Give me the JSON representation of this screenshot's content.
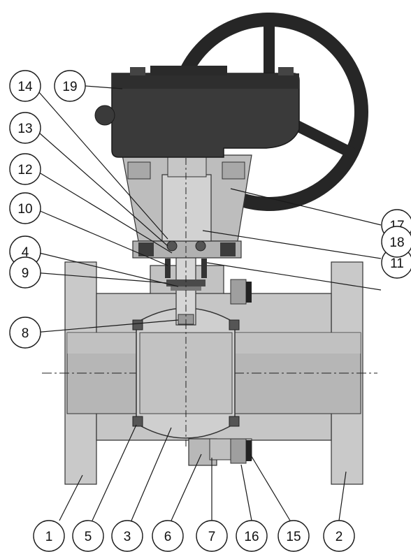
{
  "diagram": {
    "colors": {
      "body": "#c9c9c9",
      "body_dark": "#a9a9a9",
      "bore": "#b4b4b4",
      "gearbox": "#3a3a3a",
      "handwheel": "#262626",
      "bracket": "#bdbdbd",
      "stem": "#d6d6d6",
      "outline": "#333333"
    },
    "callouts": [
      {
        "label": "1"
      },
      {
        "label": "2"
      },
      {
        "label": "3"
      },
      {
        "label": "4"
      },
      {
        "label": "5"
      },
      {
        "label": "6"
      },
      {
        "label": "7"
      },
      {
        "label": "8"
      },
      {
        "label": "9"
      },
      {
        "label": "10"
      },
      {
        "label": "11"
      },
      {
        "label": "12"
      },
      {
        "label": "13"
      },
      {
        "label": "14"
      },
      {
        "label": "15"
      },
      {
        "label": "16"
      },
      {
        "label": "17"
      },
      {
        "label": "18"
      },
      {
        "label": "19"
      }
    ]
  }
}
